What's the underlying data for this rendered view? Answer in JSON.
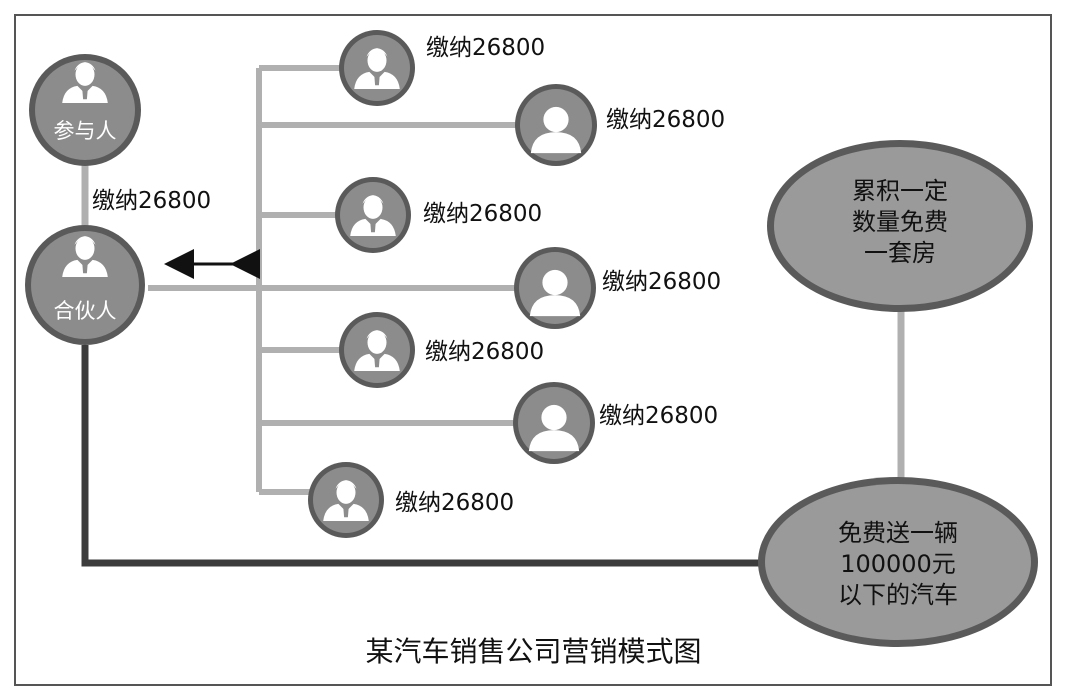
{
  "participant": {
    "label": "参与人"
  },
  "partner": {
    "label": "合伙人"
  },
  "fee_text": "缴纳26800",
  "members": [
    {
      "fee": "缴纳26800",
      "icon": "male-user-icon"
    },
    {
      "fee": "缴纳26800",
      "icon": "generic-user-icon"
    },
    {
      "fee": "缴纳26800",
      "icon": "male-user-icon"
    },
    {
      "fee": "缴纳26800",
      "icon": "generic-user-icon"
    },
    {
      "fee": "缴纳26800",
      "icon": "male-user-icon"
    },
    {
      "fee": "缴纳26800",
      "icon": "generic-user-icon"
    },
    {
      "fee": "缴纳26800",
      "icon": "male-user-icon"
    }
  ],
  "reward_house": {
    "line1": "累积一定",
    "line2": "数量免费",
    "line3": "一套房"
  },
  "reward_car": {
    "line1": "免费送一辆",
    "line2": "100000元",
    "line3": "以下的汽车"
  },
  "caption": "某汽车销售公司营销模式图",
  "colors": {
    "node_fill": "#8c8c8c",
    "node_ring": "#5a5a5a",
    "line_light": "#b0b0b0",
    "line_dark": "#3c3c3c",
    "ellipse_fill": "#9a9a9a"
  }
}
